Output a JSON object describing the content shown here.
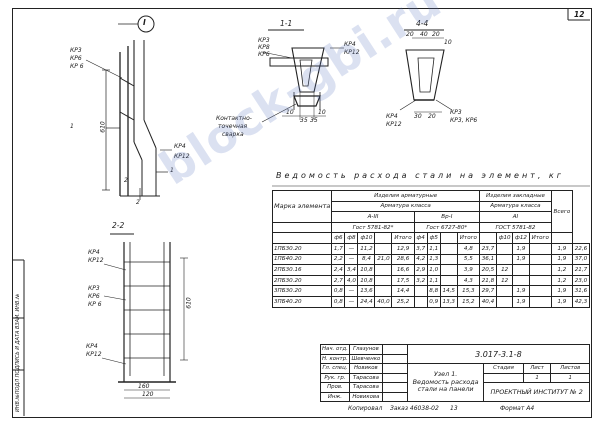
{
  "sheet_number": "12",
  "section_marker": "I",
  "left_view": {
    "callout_top": [
      "КР3",
      "КР6",
      "КР 6"
    ],
    "dim_vertical": "610",
    "callout_bottom": [
      "КР4",
      "КР12"
    ],
    "axis_1_top": "1",
    "axis_1_bottom": "1",
    "axis_2_top": "2",
    "axis_2_bottom": "2"
  },
  "section_1_1": {
    "title": "1-1",
    "callouts_left": [
      "КР3",
      "КР8",
      "КР6"
    ],
    "callouts_right": [
      "КР4",
      "КР12"
    ],
    "dims": [
      "10",
      "35",
      "35",
      "10"
    ],
    "weld_note": [
      "Контактно-",
      "точечная",
      "сварка"
    ]
  },
  "section_4_4": {
    "title": "4-4",
    "dims_top": [
      "20",
      "40",
      "20",
      "10"
    ],
    "callouts_left": [
      "КР4",
      "КР12"
    ],
    "callouts_right": [
      "КР3",
      "КР3, КР6"
    ],
    "dims_bottom": [
      "30",
      "20"
    ]
  },
  "section_2_2": {
    "title": "2-2",
    "callouts_top": [
      "КР4",
      "КР12"
    ],
    "callouts_mid": [
      "КР3",
      "КР6",
      "КР 6"
    ],
    "callouts_bottom": [
      "КР4",
      "КР12"
    ],
    "dim_vertical": "610",
    "dims_bottom": [
      "160",
      "120"
    ]
  },
  "vedomost_title": "Ведомость расхода стали на элемент, кг",
  "table": {
    "h_izdelia": "Изделия  арматурные",
    "h_zakladnye": "Изделия закладные",
    "h_marka": "Марка элемента",
    "h_armatura": "Арматура класса",
    "h_ai": "А-III",
    "h_bpi": "Вр-I",
    "h_gost1": "Гост 5781-82*",
    "h_gost2": "Гост 6727-80*",
    "h_arm2": "Арматура класса",
    "h_ai2": "AI",
    "h_gost3": "ГОСТ 5781-82",
    "h_vsego": "Всего",
    "sub": [
      "ф6",
      "ф8",
      "ф10",
      "Итого",
      "ф4",
      "ф5",
      "Итого",
      "ф10",
      "ф12",
      "Итого"
    ],
    "rows": [
      [
        "1ПБ30.20",
        "1,7",
        "—",
        "11,2",
        "",
        "12,9",
        "3,7",
        "1,1",
        "",
        "4,8",
        "23,7",
        "",
        "1,9",
        "",
        "1,9",
        "22,6"
      ],
      [
        "1ПБ40.20",
        "2,2",
        "—",
        "8,4",
        "21,0",
        "28,6",
        "4,2",
        "1,3",
        "",
        "5,5",
        "36,1",
        "",
        "1,9",
        "",
        "1,9",
        "37,0"
      ],
      [
        "2ПБ30.16",
        "2,4",
        "3,4",
        "10,8",
        "",
        "16,6",
        "2,9",
        "1,0",
        "",
        "3,9",
        "20,5",
        "12",
        "",
        "",
        "1,2",
        "21,7"
      ],
      [
        "2ПБ30.20",
        "2,7",
        "4,0",
        "10,8",
        "",
        "17,5",
        "3,2",
        "1,1",
        "",
        "4,3",
        "21,8",
        "12",
        "",
        "",
        "1,2",
        "23,0"
      ],
      [
        "3ПБ30.20",
        "0,8",
        "—",
        "13,6",
        "",
        "14,4",
        "",
        "8,8",
        "14,5",
        "15,3",
        "29,7",
        "",
        "1,9",
        "",
        "1,9",
        "31,6"
      ],
      [
        "3ПБ40.20",
        "0,8",
        "—",
        "24,4",
        "40,0",
        "25,2",
        "",
        "0,9",
        "13,3",
        "15,2",
        "40,4",
        "",
        "1,9",
        "",
        "1,9",
        "42,3"
      ]
    ]
  },
  "title_block": {
    "roles": [
      "Нач. отд.",
      "Н. контр.",
      "Гл. спец.",
      "Рук. гр.",
      "Пров.",
      "Инж."
    ],
    "names": [
      "Глазунов",
      "Шевченко",
      "Новиков",
      "Тарасова",
      "Тарасова",
      "Новикова"
    ],
    "code": "3.017-3.1-8",
    "sheet_title": [
      "Узел 1.",
      "Ведомость расхода",
      "стали на панели"
    ],
    "stage_headers": [
      "Стадия",
      "Лист",
      "Листов"
    ],
    "stage_values": [
      "",
      "1",
      "1"
    ],
    "org": "ПРОЕКТНЫЙ ИНСТИТУТ № 2",
    "copied": "Копировал",
    "order": "Заказ 46038-02",
    "number": "13",
    "format": "Формат А4"
  },
  "side_stamp": "ИНВ.№ПОДЛ  ПОДПИСЬ И ДАТА  ВЗАМ. ИНВ.№",
  "watermark": "block-gbi.ru"
}
